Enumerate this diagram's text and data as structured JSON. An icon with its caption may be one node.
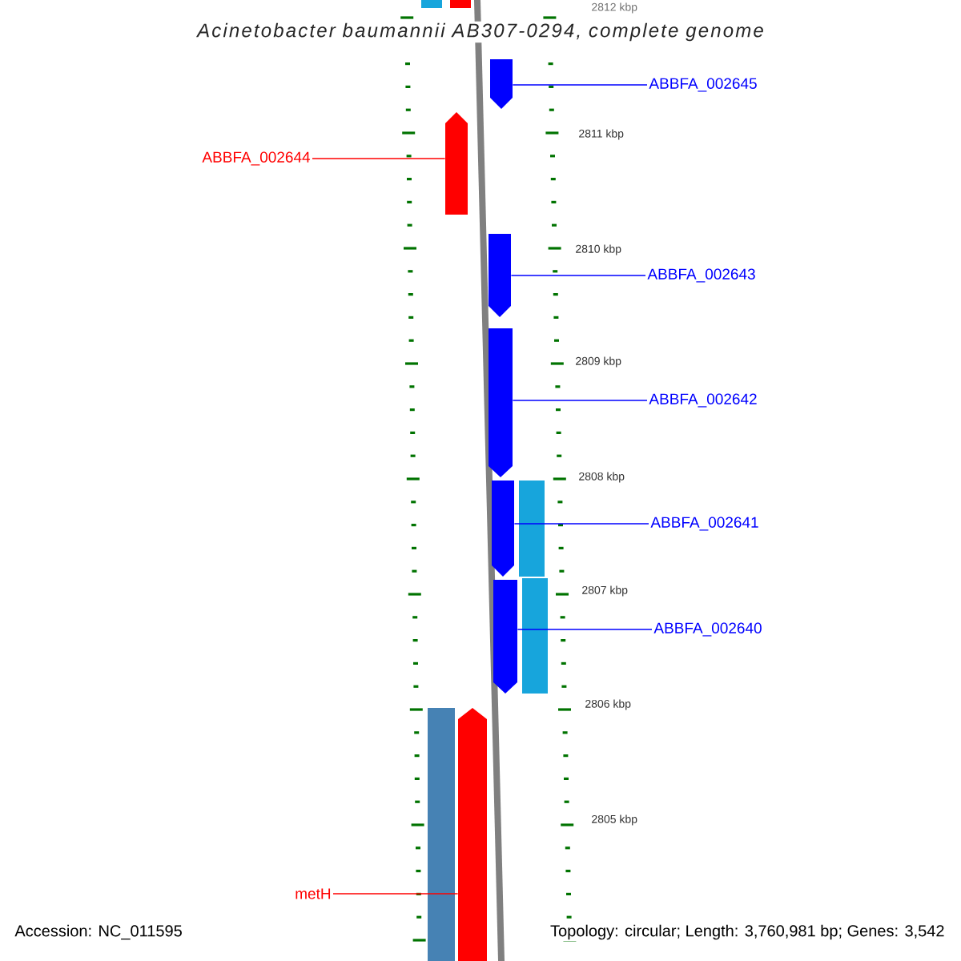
{
  "diagram": {
    "title": "Acinetobacter baumannii AB307-0294, complete genome",
    "nodes": [
      {
        "text": [],
        "shape": "bar"
      },
      {
        "text": [],
        "shape": "bar"
      },
      {
        "text": [
          "ABBFA_002645"
        ]
      },
      {
        "text": [],
        "shape": "pentagon"
      },
      {
        "text": [
          "ABBFA_002644"
        ]
      },
      {
        "text": [],
        "shape": "pentagon"
      },
      {
        "text": [
          "ABBFA_002643"
        ]
      },
      {
        "text": [],
        "shape": "pentagon"
      },
      {
        "text": [
          "ABBFA_002642"
        ]
      },
      {
        "text": [],
        "shape": "pentagon"
      },
      {
        "text": [
          "ABBFA_002641"
        ]
      },
      {
        "text": [],
        "shape": "pentagon"
      },
      {
        "text": [],
        "shape": "bar"
      },
      {
        "text": [
          "ABBFA_002640"
        ]
      },
      {
        "text": [],
        "shape": "pentagon"
      },
      {
        "text": [],
        "shape": "bar"
      },
      {
        "text": [],
        "shape": "bar"
      },
      {
        "text": [],
        "shape": "pentagon"
      },
      {
        "text": [
          "metH"
        ]
      }
    ],
    "edges": [
      {
        "from": 2,
        "to": 3,
        "arrow": "none"
      },
      {
        "from": 4,
        "to": 5,
        "arrow": "none",
        "color": "#ff0000"
      },
      {
        "from": 6,
        "to": 7,
        "arrow": "none"
      },
      {
        "from": 8,
        "to": 9,
        "arrow": "none"
      },
      {
        "from": 10,
        "to": 11,
        "arrow": "none"
      },
      {
        "from": 13,
        "to": 14,
        "arrow": "none"
      },
      {
        "from": 18,
        "to": 17,
        "arrow": "none",
        "color": "#ff0000"
      }
    ],
    "labels": [
      "2812 kbp",
      "2811 kbp",
      "2810 kbp",
      "2809 kbp",
      "2808 kbp",
      "2807 kbp",
      "2806 kbp",
      "2805 kbp",
      "Accession: NC_011595",
      "Topology: circular; Length: 3,760,981 bp; Genes: 3,542"
    ]
  }
}
